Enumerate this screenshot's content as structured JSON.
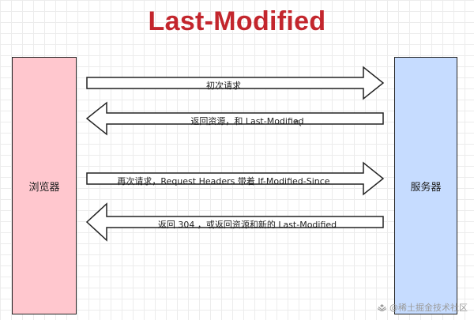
{
  "title": "Last-Modified",
  "left_box": {
    "label": "浏览器",
    "color": "#ffc7ce"
  },
  "right_box": {
    "label": "服务器",
    "color": "#c6dcff"
  },
  "arrows": [
    {
      "label": "初次请求",
      "direction": "right"
    },
    {
      "label": "返回资源，和 Last-Modified",
      "direction": "left"
    },
    {
      "label": "再次请求，Request Headers 带着 If-Modified-Since",
      "direction": "right"
    },
    {
      "label": "返回 304 ，或返回资源和新的 Last-Modified",
      "direction": "left"
    }
  ],
  "watermark": "@稀土掘金技术社区",
  "colors": {
    "title": "#c3262d",
    "arrow_fill": "#ffffff",
    "arrow_stroke": "#222222"
  }
}
